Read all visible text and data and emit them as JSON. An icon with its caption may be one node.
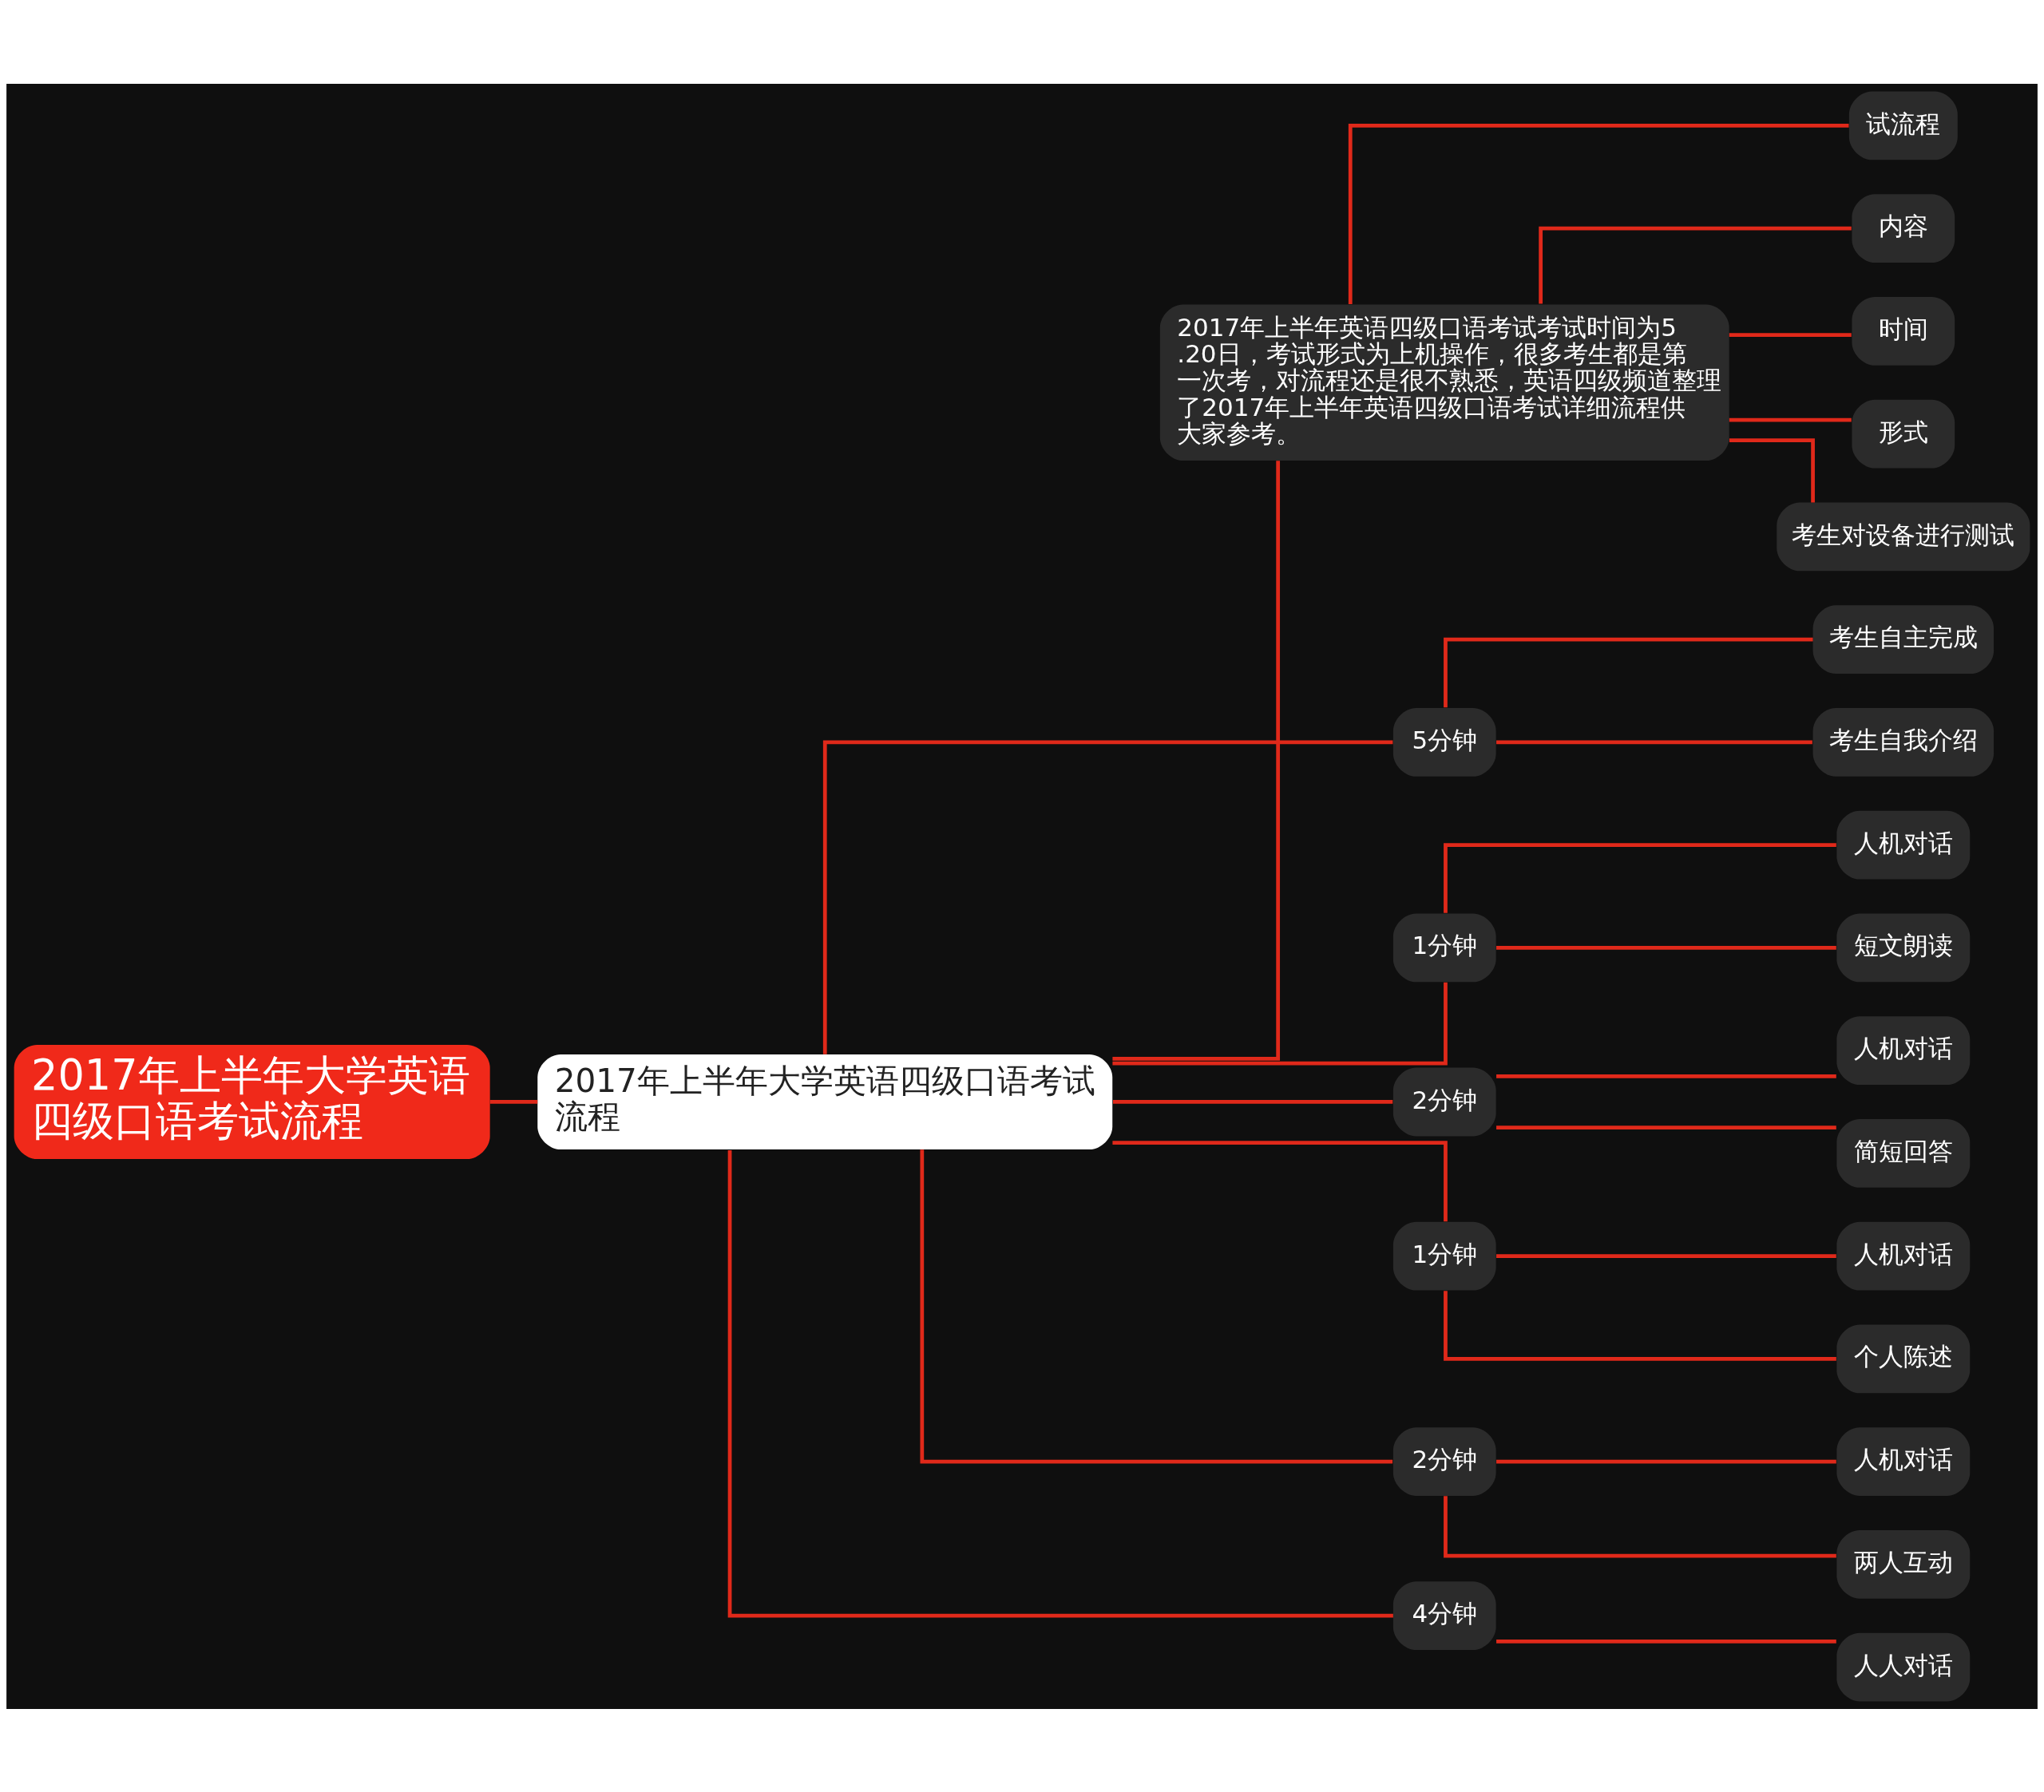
{
  "diagram": {
    "nodes": [
      {
        "text": [
          "2017年上半年大学英语四级口语考试流程"
        ]
      },
      {
        "text": [
          "2017年上半年大学英语四级口语考试流程"
        ]
      },
      {
        "text": [
          "2017年上半年英语四级口语考试考试时间为5.20日，考试形式为上机操作，很多考生都是第一次考，对流程还是很不熟悉，英语四级频道整理了2017年上半年英语四级口语考试详细流程供大家参考。"
        ]
      },
      {
        "text": [
          "试流程"
        ]
      },
      {
        "text": [
          "内容"
        ]
      },
      {
        "text": [
          "时间"
        ]
      },
      {
        "text": [
          "形式"
        ]
      },
      {
        "text": [
          "考生对设备进行测试"
        ]
      },
      {
        "text": [
          "5分钟"
        ]
      },
      {
        "text": [
          "考生自主完成"
        ]
      },
      {
        "text": [
          "考生自我介绍"
        ]
      },
      {
        "text": [
          "1分钟"
        ]
      },
      {
        "text": [
          "人机对话"
        ]
      },
      {
        "text": [
          "短文朗读"
        ]
      },
      {
        "text": [
          "2分钟"
        ]
      },
      {
        "text": [
          "人机对话"
        ]
      },
      {
        "text": [
          "简短回答"
        ]
      },
      {
        "text": [
          "1分钟"
        ]
      },
      {
        "text": [
          "人机对话"
        ]
      },
      {
        "text": [
          "个人陈述"
        ]
      },
      {
        "text": [
          "2分钟"
        ]
      },
      {
        "text": [
          "人机对话"
        ]
      },
      {
        "text": [
          "两人互动"
        ]
      },
      {
        "text": [
          "4分钟"
        ]
      },
      {
        "text": [
          "人人对话"
        ]
      }
    ],
    "edges": [
      {
        "from": 0,
        "to": 1,
        "arrow": "none"
      },
      {
        "from": 1,
        "to": 2,
        "arrow": "none"
      },
      {
        "from": 2,
        "to": 3,
        "arrow": "none"
      },
      {
        "from": 2,
        "to": 4,
        "arrow": "none"
      },
      {
        "from": 2,
        "to": 5,
        "arrow": "none"
      },
      {
        "from": 2,
        "to": 6,
        "arrow": "none"
      },
      {
        "from": 2,
        "to": 7,
        "arrow": "none"
      },
      {
        "from": 1,
        "to": 8,
        "arrow": "none"
      },
      {
        "from": 8,
        "to": 9,
        "arrow": "none"
      },
      {
        "from": 8,
        "to": 10,
        "arrow": "none"
      },
      {
        "from": 1,
        "to": 11,
        "arrow": "none"
      },
      {
        "from": 11,
        "to": 12,
        "arrow": "none"
      },
      {
        "from": 11,
        "to": 13,
        "arrow": "none"
      },
      {
        "from": 1,
        "to": 14,
        "arrow": "none"
      },
      {
        "from": 14,
        "to": 15,
        "arrow": "none"
      },
      {
        "from": 14,
        "to": 16,
        "arrow": "none"
      },
      {
        "from": 1,
        "to": 17,
        "arrow": "none"
      },
      {
        "from": 17,
        "to": 18,
        "arrow": "none"
      },
      {
        "from": 17,
        "to": 19,
        "arrow": "none"
      },
      {
        "from": 1,
        "to": 20,
        "arrow": "none"
      },
      {
        "from": 20,
        "to": 21,
        "arrow": "none"
      },
      {
        "from": 20,
        "to": 22,
        "arrow": "none"
      },
      {
        "from": 1,
        "to": 23,
        "arrow": "none"
      },
      {
        "from": 23,
        "to": 24,
        "arrow": "none"
      }
    ]
  }
}
